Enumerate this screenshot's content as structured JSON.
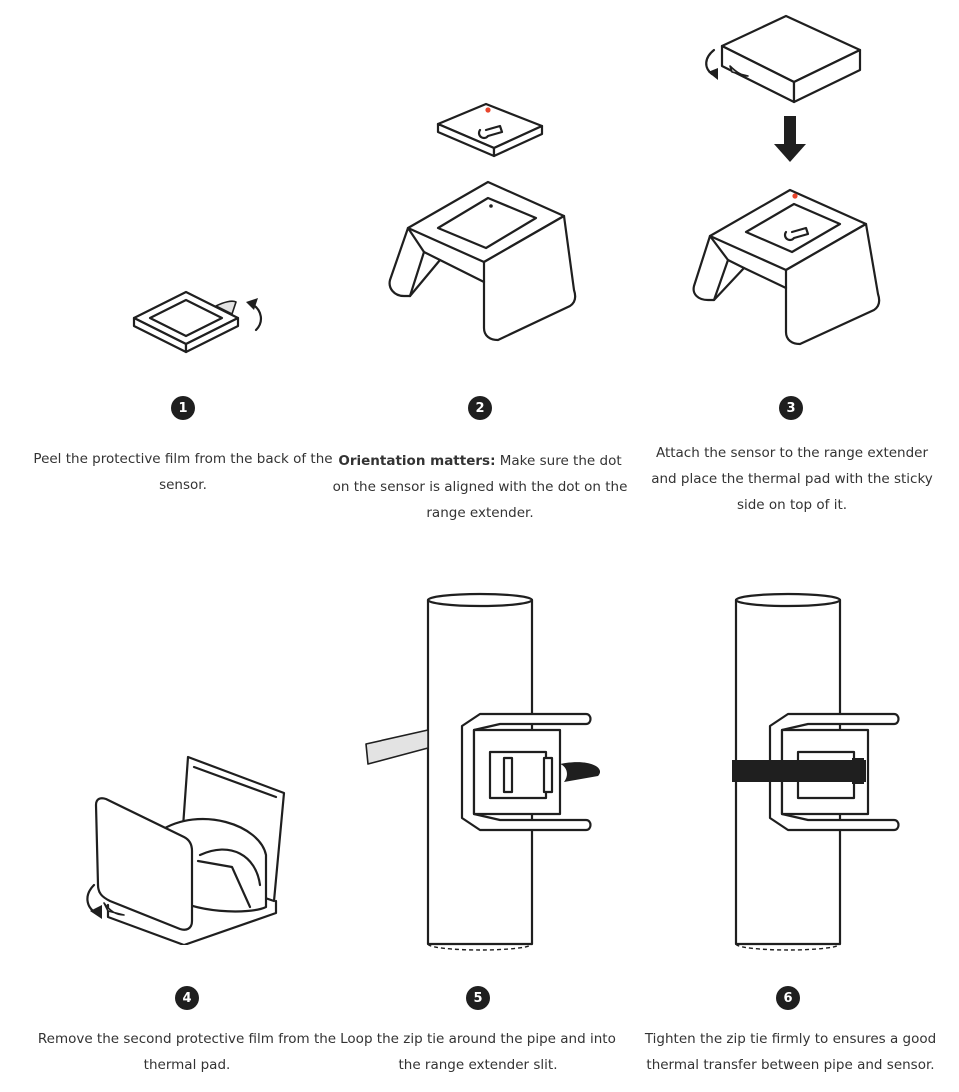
{
  "steps": [
    {
      "number": "1",
      "text": "Peel the protective film from the back of the sensor."
    },
    {
      "number": "2",
      "bold": "Orientation matters:",
      "text": " Make sure the dot on the sensor is aligned with the dot on the range extender."
    },
    {
      "number": "3",
      "text": "Attach the sensor to the range extender and place the thermal pad with the sticky side on top of it."
    },
    {
      "number": "4",
      "text": "Remove the second protective film from the thermal pad."
    },
    {
      "number": "5",
      "text": "Loop the zip tie around the pipe and into the range extender slit."
    },
    {
      "number": "6",
      "text": "Tighten the zip tie firmly to ensures a good thermal transfer between pipe and sensor."
    }
  ],
  "colors": {
    "outline": "#1f1f1f",
    "indicator_dot": "#e8452c",
    "film": "#e3e3e3"
  }
}
